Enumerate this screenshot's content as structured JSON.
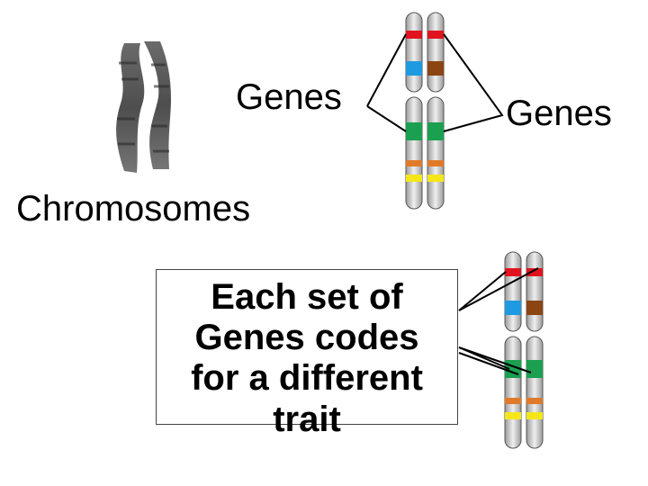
{
  "labels": {
    "genes_left": "Genes",
    "genes_right": "Genes",
    "chromosomes": "Chromosomes"
  },
  "note": {
    "lines": [
      "Each set of",
      "Genes codes",
      "for a different",
      "trait"
    ]
  },
  "colors": {
    "red": "#e0141e",
    "blue": "#1e9ae0",
    "brown": "#8b4513",
    "green": "#1aa050",
    "orange": "#e07a2a",
    "yellow": "#f5e61a",
    "chromosome_body": "#c8c8c8",
    "connector": "#000000"
  }
}
